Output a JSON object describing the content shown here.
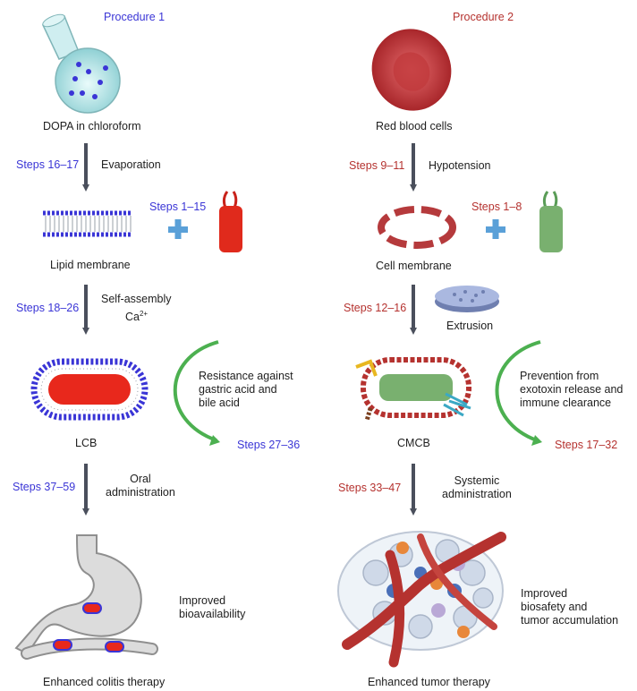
{
  "left": {
    "procedure": "Procedure 1",
    "start": "DOPA in chloroform",
    "step_a": "Steps 16–17",
    "step_a_action": "Evaporation",
    "side_steps": "Steps 1–15",
    "membrane": "Lipid membrane",
    "step_b": "Steps 18–26",
    "step_b_action": "Self-assembly",
    "ca_base": "Ca",
    "ca_sup": "2+",
    "product": "LCB",
    "benefit_lines": [
      "Resistance against",
      "gastric acid and",
      "bile acid"
    ],
    "benefit_steps": "Steps 27–36",
    "step_c": "Steps 37–59",
    "step_c_lines": [
      "Oral",
      "administration"
    ],
    "outcome_lines": [
      "Improved",
      "bioavailability"
    ],
    "final": "Enhanced colitis therapy"
  },
  "right": {
    "procedure": "Procedure 2",
    "start": "Red blood cells",
    "step_a": "Steps 9–11",
    "step_a_action": "Hypotension",
    "side_steps": "Steps 1–8",
    "membrane": "Cell membrane",
    "step_b": "Steps 12–16",
    "step_b_action": "Extrusion",
    "product": "CMCB",
    "benefit_lines": [
      "Prevention from",
      "exotoxin release and",
      "immune clearance"
    ],
    "benefit_steps": "Steps 17–32",
    "step_c": "Steps 33–47",
    "step_c_lines": [
      "Systemic",
      "administration"
    ],
    "outcome_lines": [
      "Improved",
      "biosafety and",
      "tumor accumulation"
    ],
    "final": "Enhanced tumor therapy"
  },
  "colors": {
    "left_accent": "#3a35d6",
    "right_accent": "#b5322f",
    "arrow": "#4a4f5c",
    "curve": "#4cb050",
    "plus": "#5aa0d8"
  }
}
